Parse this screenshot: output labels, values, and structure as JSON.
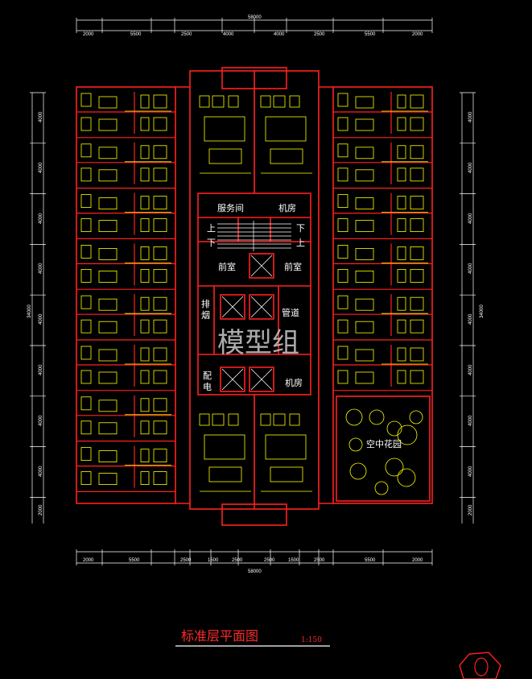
{
  "drawing": {
    "title": "标准层平面图",
    "scale": "1:150",
    "watermark": "模型组",
    "corner_badge": "0"
  },
  "dimensions": {
    "top_total": "58000",
    "top_segments": [
      "2000",
      "5500",
      "2500",
      "4000",
      "4000",
      "2500",
      "5500",
      "2000"
    ],
    "bottom_total": "58000",
    "bottom_segments": [
      "2000",
      "5500",
      "2500",
      "1500",
      "2500",
      "2500",
      "1500",
      "2500",
      "5500",
      "2000"
    ],
    "left_segments": [
      "4000",
      "4000",
      "4000",
      "4000",
      "4000",
      "4000",
      "4000",
      "4000",
      "2000"
    ],
    "right_segments": [
      "4000",
      "4000",
      "4000",
      "4000",
      "4000",
      "4000",
      "4000",
      "4000",
      "2000"
    ],
    "left_total": "34000",
    "right_total": "34000"
  },
  "rooms": {
    "service_room": "服务间",
    "machine_room_top": "机房",
    "up_left": "上",
    "down_left": "下",
    "down_right": "下",
    "up_right": "上",
    "lobby_left": "前室",
    "lobby_right": "前室",
    "fire_shaft_a": "排",
    "fire_shaft_b": "烟",
    "pipe_shaft": "管道",
    "electric_a": "配",
    "electric_b": "电",
    "machine_room_bottom": "机房",
    "sky_garden": "空中花园"
  },
  "colors": {
    "background": "#000000",
    "wall": "#ff2020",
    "fixture": "#ffff00",
    "dimension": "#ffffff"
  }
}
